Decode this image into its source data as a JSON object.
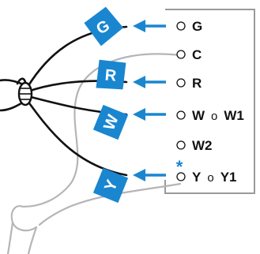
{
  "terminals": [
    {
      "id": "g",
      "label": "G"
    },
    {
      "id": "c",
      "label": "C"
    },
    {
      "id": "r",
      "label": "R"
    },
    {
      "id": "w",
      "label": "W",
      "joiner": "o",
      "alt": "W1"
    },
    {
      "id": "w2",
      "label": "W2"
    },
    {
      "id": "y",
      "label": "Y",
      "joiner": "o",
      "alt": "Y1"
    }
  ],
  "wire_tags": [
    {
      "id": "g",
      "label": "G"
    },
    {
      "id": "r",
      "label": "R"
    },
    {
      "id": "w",
      "label": "W"
    },
    {
      "id": "y",
      "label": "Y"
    }
  ],
  "marker": "*",
  "colors": {
    "accent": "#1a86d0",
    "wire": "#111111",
    "cable": "#b5b5b5",
    "panel_border": "#9a9a9a"
  }
}
